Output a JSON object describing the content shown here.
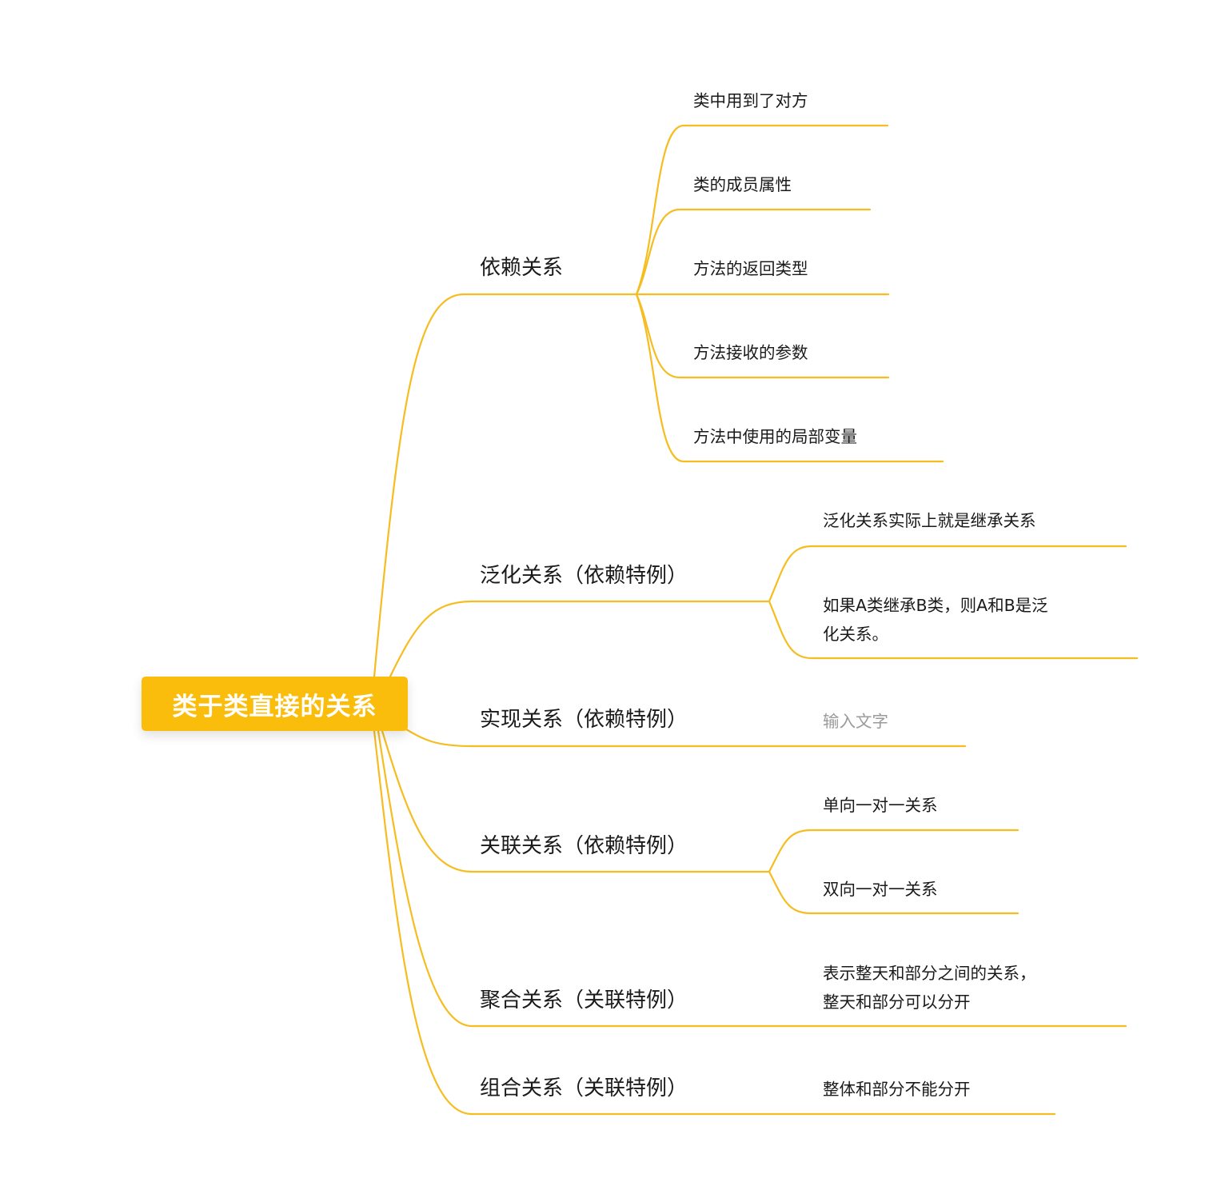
{
  "root": {
    "label": "类于类直接的关系"
  },
  "branches": [
    {
      "label": "依赖关系",
      "children": [
        "类中用到了对方",
        "类的成员属性",
        "方法的返回类型",
        "方法接收的参数",
        "方法中使用的局部变量"
      ]
    },
    {
      "label": "泛化关系（依赖特例）",
      "children": [
        "泛化关系实际上就是继承关系",
        "如果A类继承B类，则A和B是泛\n化关系。"
      ]
    },
    {
      "label": "实现关系（依赖特例）",
      "children": [
        "输入文字"
      ]
    },
    {
      "label": "关联关系（依赖特例）",
      "children": [
        "单向一对一关系",
        "双向一对一关系"
      ]
    },
    {
      "label": "聚合关系（关联特例）",
      "children": [
        "表示整天和部分之间的关系，\n整天和部分可以分开"
      ]
    },
    {
      "label": "组合关系（关联特例）",
      "children": [
        "整体和部分不能分开"
      ]
    }
  ],
  "colors": {
    "root_fill": "#fbbd0c",
    "line": "#f5bd1f"
  }
}
